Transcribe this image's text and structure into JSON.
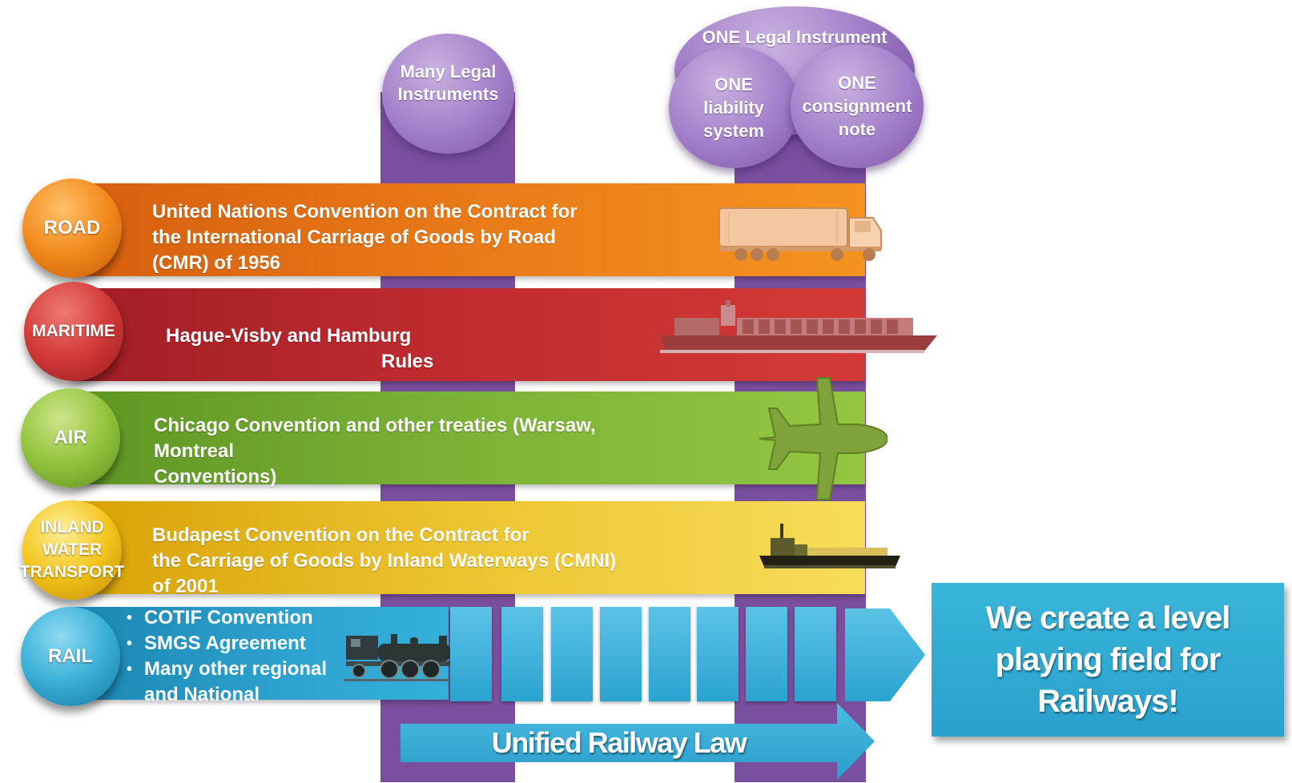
{
  "top_labels": {
    "many_instruments": "Many Legal\nInstruments",
    "one_instrument": "ONE Legal Instrument",
    "one_liability": "ONE\nliability\nsystem",
    "one_consignment": "ONE\nconsignment\nnote"
  },
  "modes": [
    {
      "label": "ROAD",
      "text": "United Nations Convention on the Contract for\nthe International Carriage of Goods by Road\n(CMR) of 1956",
      "icon": "truck-icon"
    },
    {
      "label": "MARITIME",
      "text": "Hague-Visby and Hamburg",
      "text2": "Rules",
      "icon": "cargo-ship-icon"
    },
    {
      "label": "AIR",
      "text": "Chicago Convention and other treaties (Warsaw,\nMontreal\nConventions)",
      "icon": "airplane-icon"
    },
    {
      "label": "INLAND\nWATER\nTRANSPORT",
      "text": "Budapest Convention on the Contract for\nthe Carriage of Goods by Inland Waterways (CMNI)\nof 2001",
      "icon": "barge-icon"
    },
    {
      "label": "RAIL",
      "icon": "locomotive-icon"
    }
  ],
  "rail_bullets": [
    "COTIF Convention",
    "SMGS Agreement",
    "Many other regional"
  ],
  "rail_bullet_continuation": "and National",
  "unified_label": "Unified Railway Law",
  "callout": "We create a level\nplaying field for\nRailways!",
  "colors": {
    "purple": "#7b4fa0",
    "road": "#e97a18",
    "maritime": "#c02c30",
    "air": "#7cb236",
    "inland": "#ecc531",
    "rail": "#2ea3cf"
  }
}
